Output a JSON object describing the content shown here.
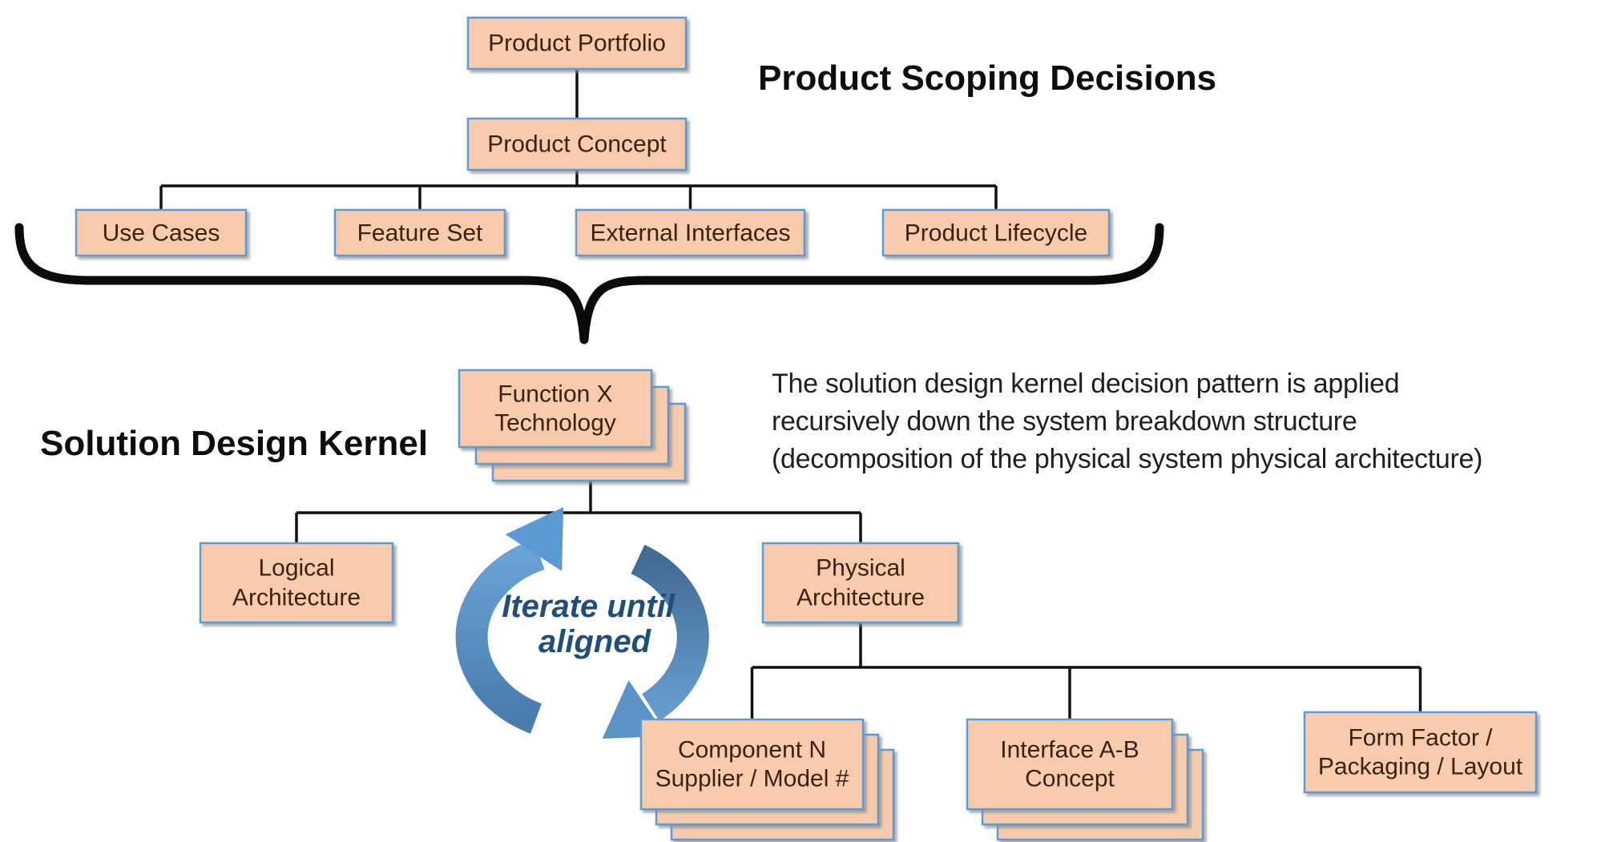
{
  "titles": {
    "scoping": "Product Scoping Decisions",
    "kernel": "Solution Design Kernel"
  },
  "annotation": {
    "line1": "The solution design kernel decision pattern is applied",
    "line2": "recursively down the system breakdown structure",
    "line3": "(decomposition of the physical system physical architecture)"
  },
  "cycle": {
    "line1": "Iterate until",
    "line2": "aligned"
  },
  "nodes": {
    "product_portfolio": {
      "label": "Product Portfolio"
    },
    "product_concept": {
      "label": "Product Concept"
    },
    "use_cases": {
      "label": "Use Cases"
    },
    "feature_set": {
      "label": "Feature Set"
    },
    "external_interfaces": {
      "label": "External Interfaces"
    },
    "product_lifecycle": {
      "label": "Product Lifecycle"
    },
    "function_x_technology": {
      "line1": "Function X",
      "line2": "Technology"
    },
    "logical_architecture": {
      "line1": "Logical",
      "line2": "Architecture"
    },
    "physical_architecture": {
      "line1": "Physical",
      "line2": "Architecture"
    },
    "component_n": {
      "line1": "Component N",
      "line2": "Supplier / Model #"
    },
    "interface_ab": {
      "line1": "Interface A-B",
      "line2": "Concept"
    },
    "form_factor": {
      "line1": "Form Factor /",
      "line2": "Packaging / Layout"
    }
  },
  "colors": {
    "box_fill": "#F8CBAD",
    "box_border": "#5B9BD5",
    "box_text": "#3A2313",
    "connector": "#111111",
    "brace": "#0B0B0B",
    "cycle_arrow_light": "#5B9BD5",
    "cycle_arrow_dark": "#44688C",
    "cycle_text": "#1F4E79"
  }
}
